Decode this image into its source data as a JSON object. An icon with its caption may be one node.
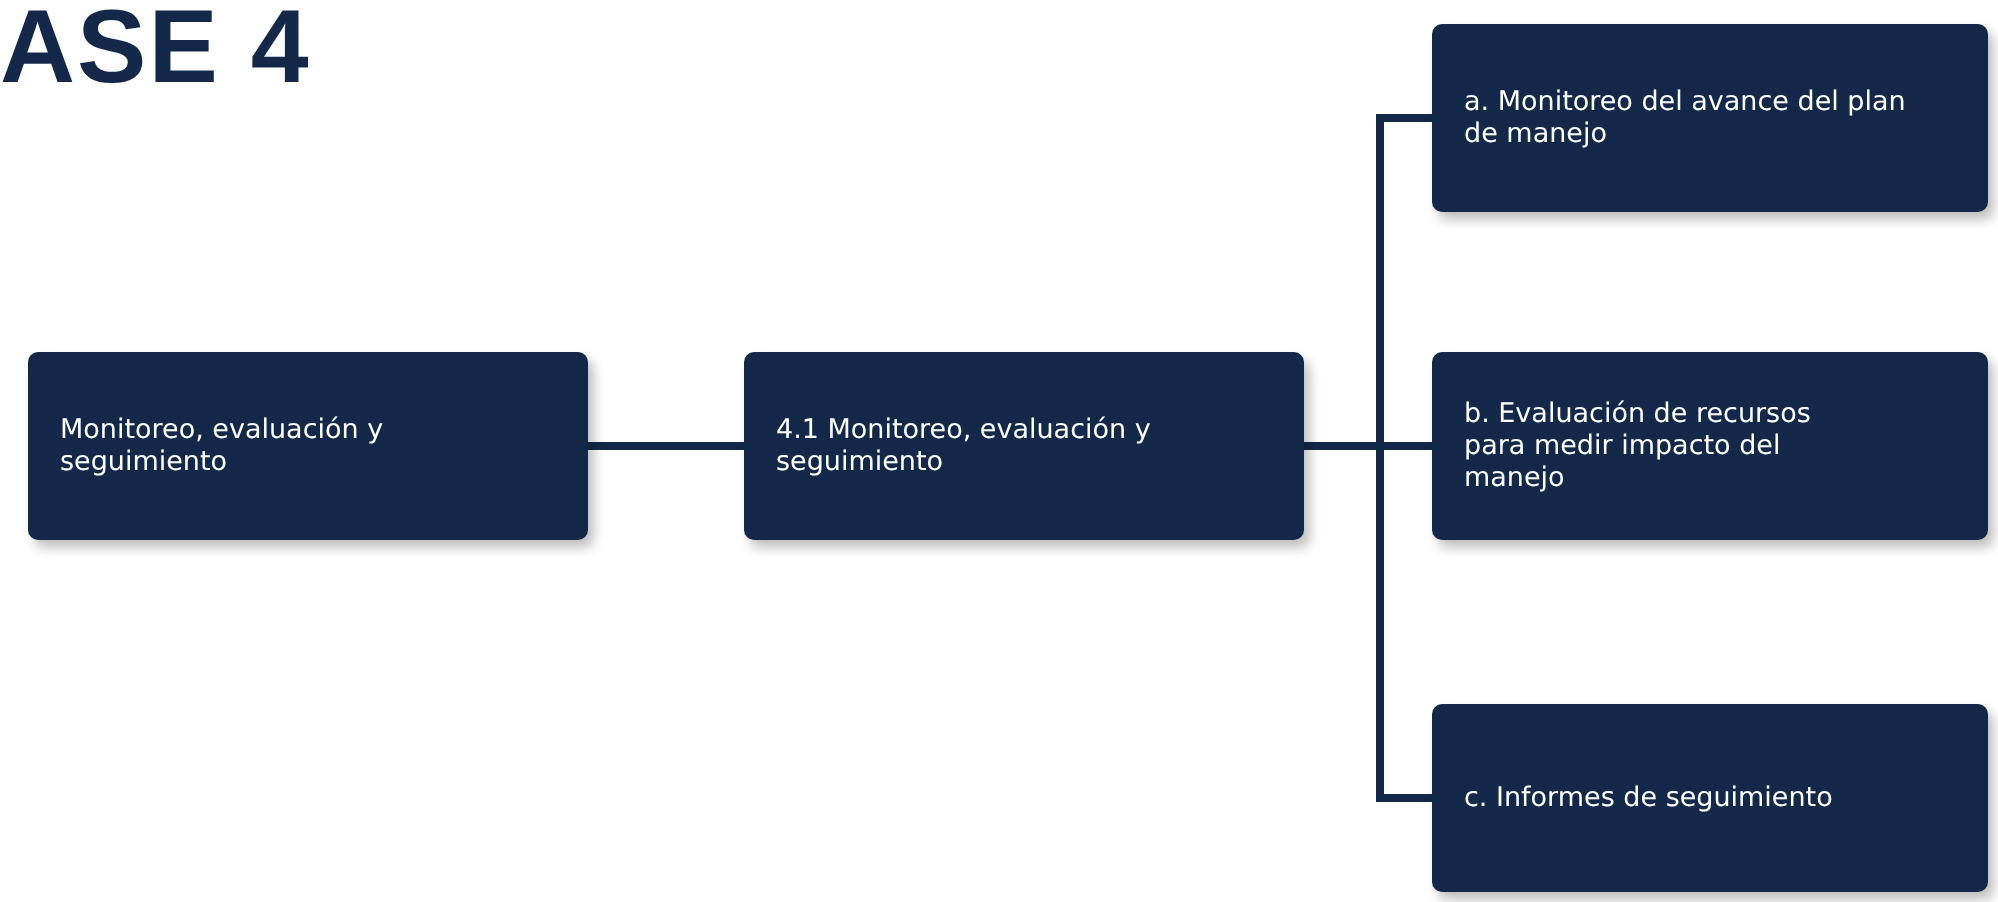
{
  "diagram": {
    "title": "ASE 4",
    "nodes": [
      {
        "text": [
          "Monitoreo, evaluación y seguimiento"
        ]
      },
      {
        "text": [
          "4.1 Monitoreo, evaluación y seguimiento"
        ]
      },
      {
        "text": [
          "a. Monitoreo del avance del plan de manejo"
        ]
      },
      {
        "text": [
          "b. Evaluación de recursos para medir impacto del manejo"
        ]
      },
      {
        "text": [
          "c. Informes de seguimiento"
        ]
      }
    ],
    "edges": [
      {
        "from": 0,
        "to": 1,
        "arrow": "none"
      },
      {
        "from": 1,
        "to": 2,
        "arrow": "none"
      },
      {
        "from": 1,
        "to": 3,
        "arrow": "none"
      },
      {
        "from": 1,
        "to": 4,
        "arrow": "none"
      }
    ]
  }
}
